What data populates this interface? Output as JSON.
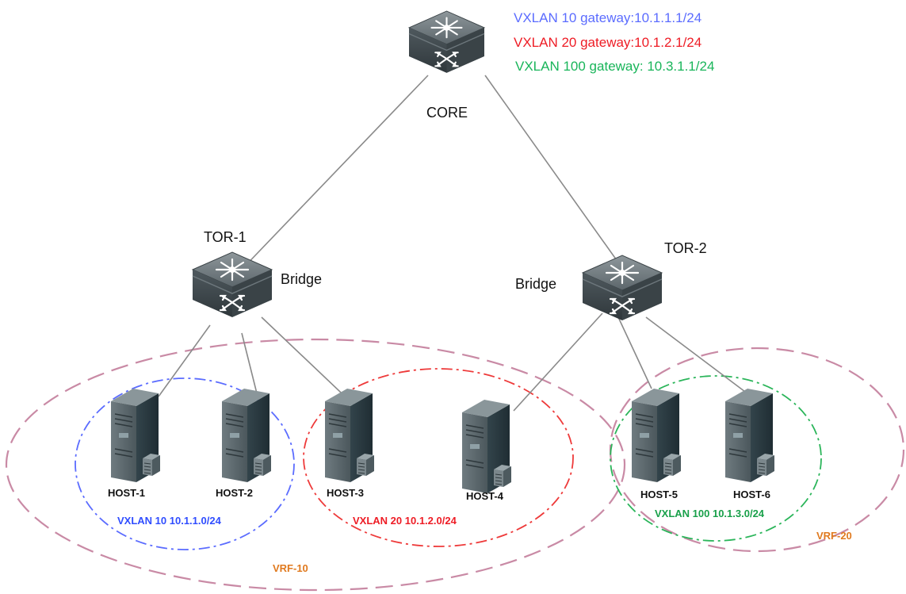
{
  "gateways": [
    {
      "text": "VXLAN 10 gateway:10.1.1.1/24",
      "color": "#5b6cff"
    },
    {
      "text": "VXLAN 20 gateway:10.1.2.1/24",
      "color": "#ee1c25"
    },
    {
      "text": "VXLAN 100 gateway: 10.3.1.1/24",
      "color": "#19b55a"
    }
  ],
  "nodes": {
    "core": {
      "label": "CORE"
    },
    "tor1": {
      "label": "TOR-1",
      "role": "Bridge"
    },
    "tor2": {
      "label": "TOR-2",
      "role": "Bridge"
    }
  },
  "hosts": [
    {
      "label": "HOST-1"
    },
    {
      "label": "HOST-2"
    },
    {
      "label": "HOST-3"
    },
    {
      "label": "HOST-4"
    },
    {
      "label": "HOST-5"
    },
    {
      "label": "HOST-6"
    }
  ],
  "vxlan_groups": [
    {
      "label": "VXLAN 10  10.1.1.0/24",
      "color": "#2f4dff"
    },
    {
      "label": "VXLAN 20  10.1.2.0/24",
      "color": "#ee1c25"
    },
    {
      "label": "VXLAN 100  10.1.3.0/24",
      "color": "#19a04a"
    }
  ],
  "vrfs": [
    {
      "label": "VRF-10",
      "color": "#e07a1f"
    },
    {
      "label": "VRF-20",
      "color": "#e07a1f"
    }
  ],
  "colors": {
    "vrf_ellipse": "#c98aa5",
    "link": "#8a8a8a",
    "switch_body": "#4a5358",
    "server_body": "#3d4a50"
  }
}
